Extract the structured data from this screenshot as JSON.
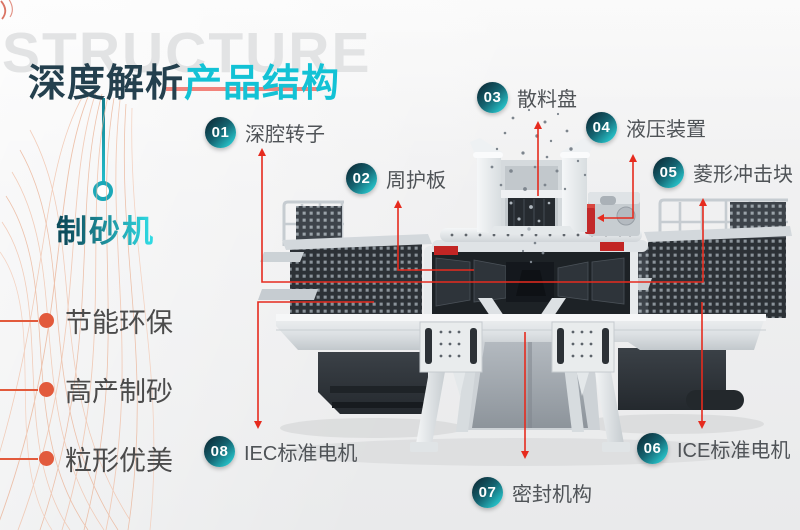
{
  "header": {
    "watermark": "STRUCTURE",
    "title_primary": "深度解析",
    "title_accent": "产品结构",
    "product_name": "制砂机"
  },
  "features": [
    {
      "label": "节能环保"
    },
    {
      "label": "高产制砂"
    },
    {
      "label": "粒形优美"
    }
  ],
  "callouts": [
    {
      "num": "01",
      "label": "深腔转子"
    },
    {
      "num": "02",
      "label": "周护板"
    },
    {
      "num": "03",
      "label": "散料盘"
    },
    {
      "num": "04",
      "label": "液压装置"
    },
    {
      "num": "05",
      "label": "菱形冲击块"
    },
    {
      "num": "06",
      "label": "ICE标准电机"
    },
    {
      "num": "07",
      "label": "密封机构"
    },
    {
      "num": "08",
      "label": "IEC标准电机"
    }
  ],
  "colors": {
    "title_dark": "#24404e",
    "accent_cyan": "#13c2d5",
    "underline_pink": "#f2837b",
    "badge_gradient_start": "#0c2b37",
    "badge_gradient_end": "#2ad0d6",
    "leader_red": "#e62b1e",
    "feature_orange": "#e25a3c",
    "machine_dark": "#2c3136",
    "watermark_gray": "#e2e3e4"
  }
}
